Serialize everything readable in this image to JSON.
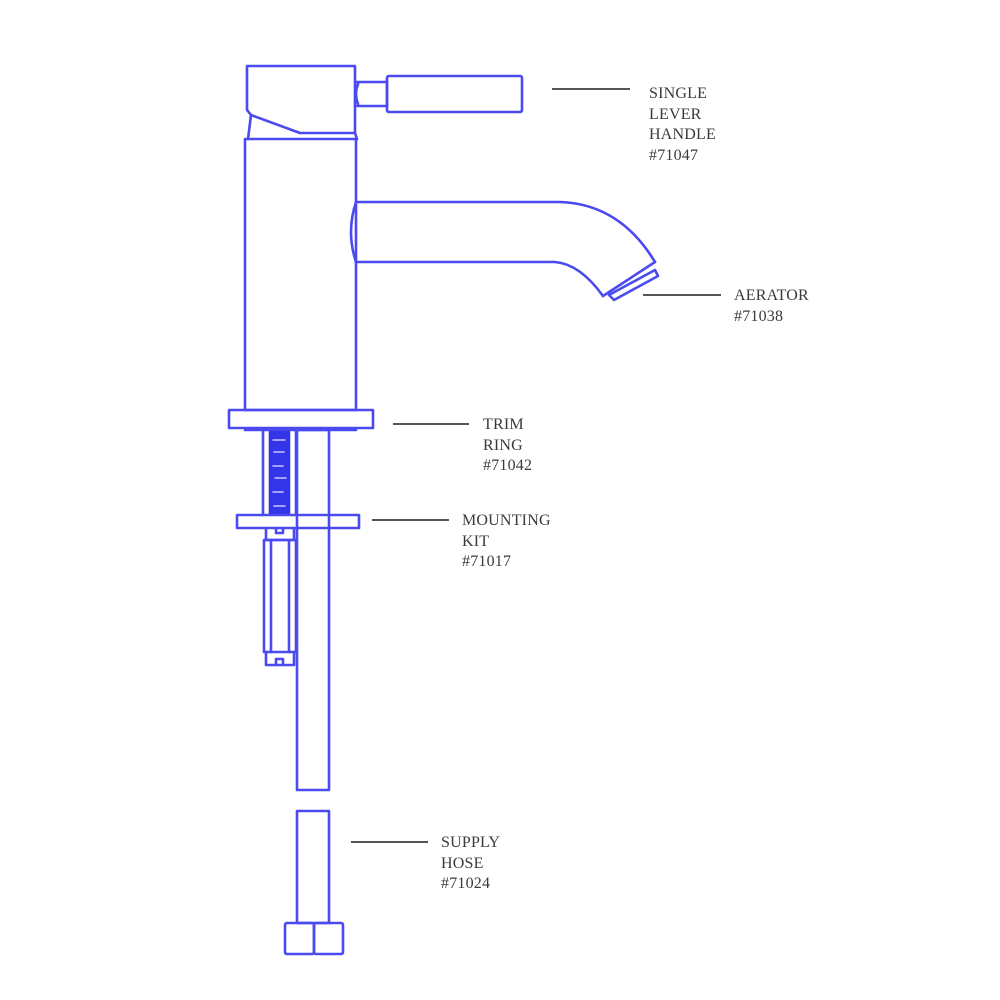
{
  "diagram": {
    "title": "Single lever faucet exploded parts diagram",
    "line_color": "#4a4af0",
    "label_color": "#3a3a3a",
    "parts": [
      {
        "id": "handle",
        "lines": [
          "SINGLE",
          "LEVER",
          "HANDLE"
        ],
        "part_number": "#71047"
      },
      {
        "id": "aerator",
        "lines": [
          "AERATOR"
        ],
        "part_number": "#71038"
      },
      {
        "id": "trim-ring",
        "lines": [
          "TRIM",
          "RING"
        ],
        "part_number": "#71042"
      },
      {
        "id": "mounting-kit",
        "lines": [
          "MOUNTING",
          "KIT"
        ],
        "part_number": "#71017"
      },
      {
        "id": "supply-hose",
        "lines": [
          "SUPPLY",
          "HOSE"
        ],
        "part_number": "#71024"
      }
    ]
  }
}
